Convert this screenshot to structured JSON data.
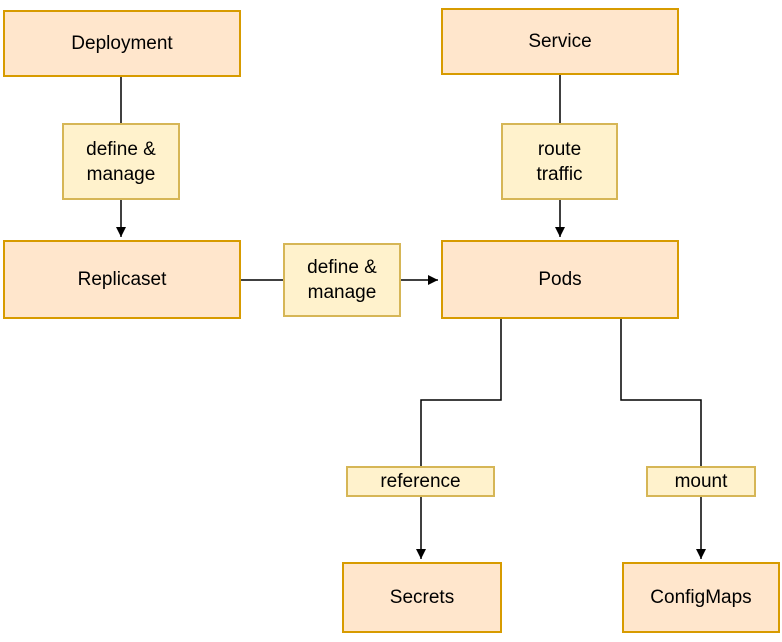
{
  "diagram": {
    "nodes": {
      "deployment": {
        "label": "Deployment"
      },
      "service": {
        "label": "Service"
      },
      "replicaset": {
        "label": "Replicaset"
      },
      "pods": {
        "label": "Pods"
      },
      "secrets": {
        "label": "Secrets"
      },
      "configmaps": {
        "label": "ConfigMaps"
      }
    },
    "edge_labels": {
      "define_manage_1": {
        "label": "define &\nmanage"
      },
      "define_manage_2": {
        "label": "define &\nmanage"
      },
      "route_traffic": {
        "label": "route\ntraffic"
      },
      "reference": {
        "label": "reference"
      },
      "mount": {
        "label": "mount"
      }
    },
    "colors": {
      "node-fill": "#ffe6cc",
      "node-stroke": "#d79b00",
      "label-fill": "#fff2cc",
      "label-stroke": "#d6b656",
      "edge": "#000000",
      "text": "#000000",
      "background": "#ffffff"
    }
  }
}
